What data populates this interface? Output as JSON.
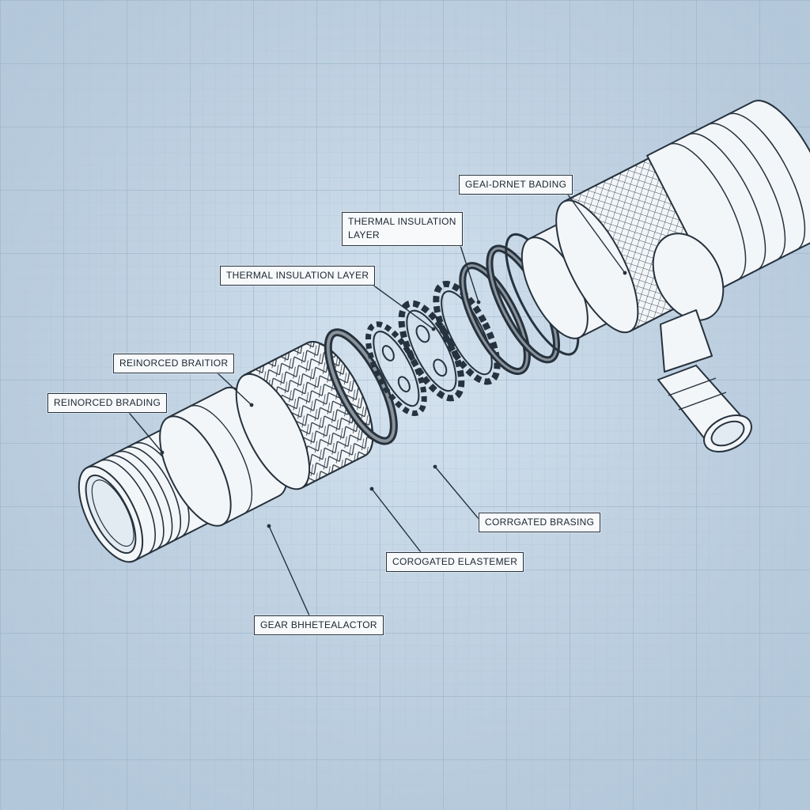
{
  "diagram": {
    "labels": {
      "gear_driven_braiding": "GEAI-DRNET BADING",
      "thermal_insulation_top_line1": "THERMAL INSULATION",
      "thermal_insulation_top_line2": "LAYER",
      "thermal_insulation_layer": "THERMAL INSULATION LAYER",
      "reinforced_braitior": "REINORCED BRAITIOR",
      "reinforced_brading": "REINORCED BRADING",
      "corrugated_brasing": "CORRGATED BRASING",
      "corrugated_elastemer": "COROGATED ELASTEMER",
      "gear_actuator": "GEAR BHHETEALACTOR"
    },
    "colors": {
      "background": "#c6d8e8",
      "grid_line": "#9fb6cc",
      "ink": "#26323d",
      "part_fill": "#f3f6f9",
      "ring_fill": "#5f6770"
    }
  }
}
